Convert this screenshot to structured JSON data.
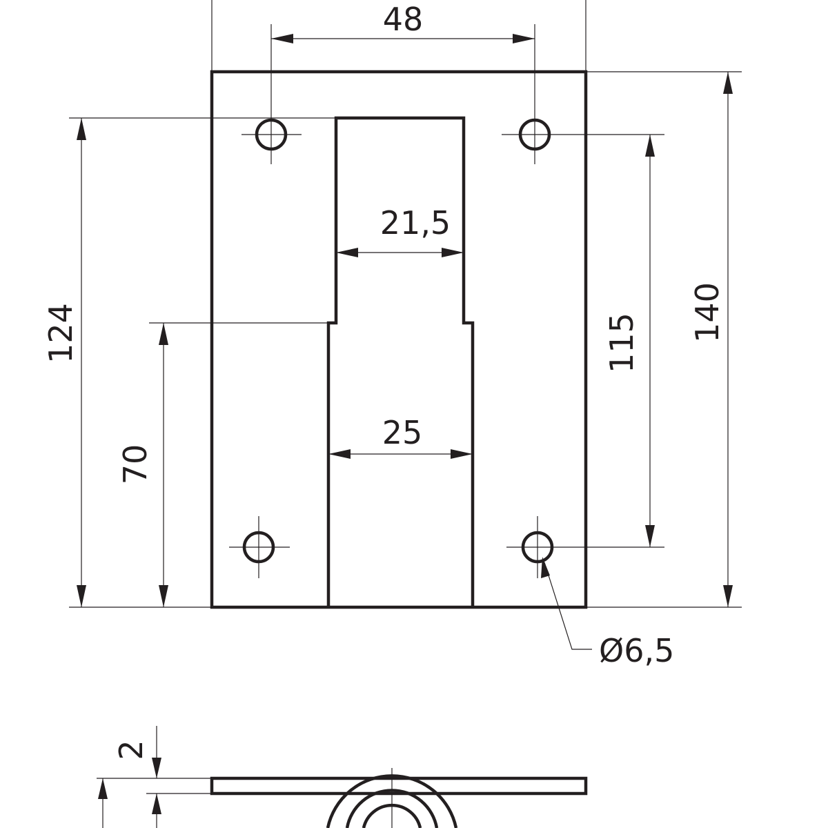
{
  "drawing": {
    "dimensions": {
      "hole_spacing_horizontal": "48",
      "upper_slot_width": "21,5",
      "lower_slot_width": "25",
      "overall_height_to_hole_top": "124",
      "lower_slot_height": "70",
      "hole_spacing_vertical": "115",
      "overall_height": "140",
      "hole_diameter": "Ø6,5",
      "plate_thickness": "2"
    },
    "colors": {
      "line": "#231f20",
      "background": "#ffffff"
    }
  }
}
